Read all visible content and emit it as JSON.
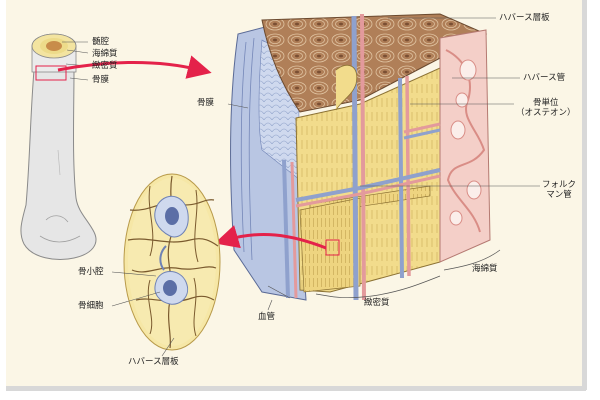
{
  "labels": {
    "medullary_cavity": "髄腔",
    "spongy_bone_small": "海綿質",
    "compact_bone_small": "緻密質",
    "periosteum_small": "骨膜",
    "periosteum": "骨膜",
    "haversian_lamella_top": "ハバース層板",
    "haversian_canal": "ハバース管",
    "osteon_line1": "骨単位",
    "osteon_line2": "（オステオン）",
    "volkmann_line1": "フォルク",
    "volkmann_line2": "マン管",
    "spongy_bone": "海綿質",
    "compact_bone": "緻密質",
    "blood_vessel": "血管",
    "lacuna": "骨小腔",
    "osteocyte": "骨細胞",
    "haversian_lamella_bottom": "ハバース層板"
  },
  "colors": {
    "page_background": "#fbf6e6",
    "compact_bone": "#f2dc8c",
    "spongy_bone": "#f4cfc8",
    "periosteum": "#b9c6e3",
    "artery": "#e39a9c",
    "vein": "#8fa1cd",
    "marrow_top": "#b07f58",
    "arrow": "#e4224a"
  }
}
